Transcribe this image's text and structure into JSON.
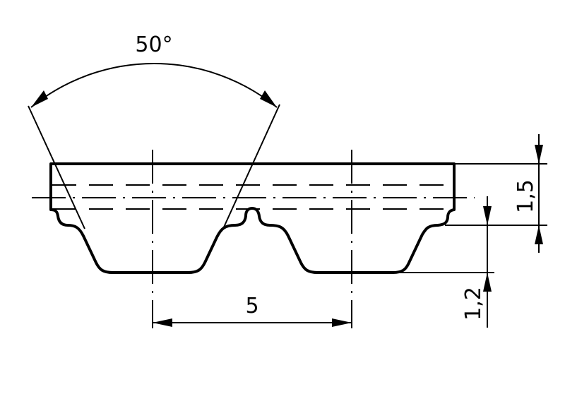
{
  "drawing": {
    "angle_label": "50°",
    "pitch_label": "5",
    "belt_height_label": "1,5",
    "tooth_height_label": "1,2",
    "line_color": "#000000",
    "background": "#ffffff"
  }
}
